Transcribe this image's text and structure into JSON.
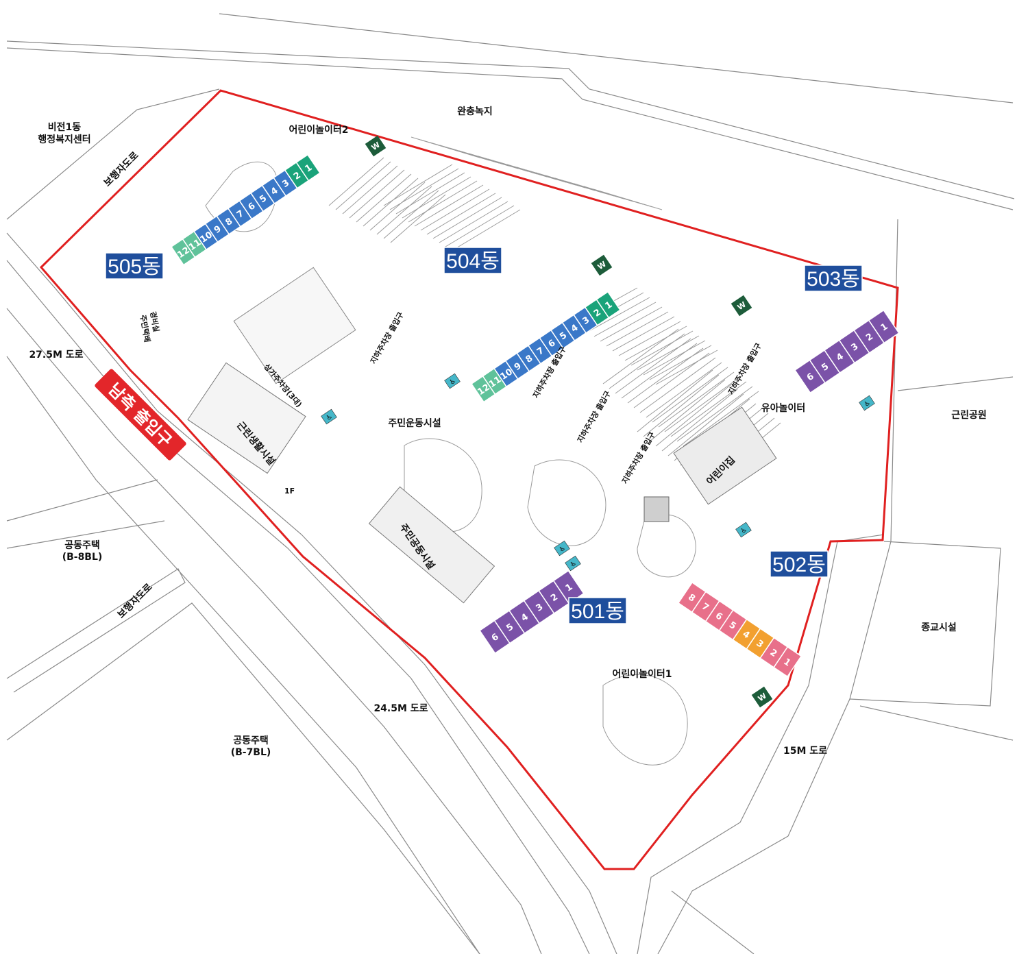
{
  "colors": {
    "boundary": "#e02020",
    "building_tag_bg": "#1f4e9c",
    "entrance_bg": "#e3262a",
    "unit_green": "#1aa37a",
    "unit_green_light": "#5fc29a",
    "unit_blue": "#3a78c8",
    "unit_purple": "#7b52a8",
    "unit_pink": "#e8708a",
    "unit_orange": "#f2a030",
    "w_marker": "#1d5c3a",
    "bike_marker": "#45b7c9"
  },
  "buildings": {
    "b505": "505동",
    "b504": "504동",
    "b503": "503동",
    "b502": "502동",
    "b501": "501동"
  },
  "labels": {
    "buffer_green": "완충녹지",
    "vision1_line1": "비전1동",
    "vision1_line2": "행정복지센터",
    "walkway_top": "보행자도로",
    "walkway_bottom": "보행자도로",
    "road_275": "27.5M 도로",
    "road_245": "24.5M 도로",
    "road_15": "15M 도로",
    "south_entrance": "남측 출입구",
    "neighborhood_park": "근린공원",
    "religious_facility": "종교시설",
    "apt_b8_line1": "공동주택",
    "apt_b8_line2": "(B-8BL)",
    "apt_b7_line1": "공동주택",
    "apt_b7_line2": "(B-7BL)",
    "playground2": "어린이놀이터2",
    "playground1": "어린이놀이터1",
    "toddler_playground": "유아놀이터",
    "daycare": "어린이집",
    "resident_sports": "주민운동시설",
    "resident_common": "주민공동시설",
    "retail": "근린생활시설",
    "retail_parking": "상가주차장(3대)",
    "guard_line1": "경비실",
    "guard_line2": "주민택배",
    "ug_parking_a": "지하주차장 출입구",
    "ug_parking_b": "지하주차장 출입구",
    "ug_parking_c": "지하주차장 출입구",
    "ug_parking_d": "지하주차장 출입구",
    "ug_parking_e": "지하주차장 출입구",
    "floor_1f": "1F"
  },
  "markers": {
    "w": "W",
    "bike": "♿"
  },
  "units": {
    "b505_green": [
      "1",
      "2"
    ],
    "b505_blue": [
      "3",
      "4",
      "5",
      "6",
      "7",
      "8",
      "9",
      "10",
      "11",
      "12"
    ],
    "b504_green": [
      "1",
      "2"
    ],
    "b504_blue": [
      "3",
      "4",
      "5",
      "6",
      "7",
      "8",
      "9",
      "10",
      "11",
      "12"
    ],
    "b503": [
      "1",
      "2",
      "3",
      "4",
      "5",
      "6"
    ],
    "b501": [
      "1",
      "2",
      "3",
      "4",
      "5",
      "6"
    ],
    "b502_pink": [
      "5",
      "6",
      "7",
      "8"
    ],
    "b502_orange": [
      "1",
      "2",
      "3",
      "4"
    ]
  }
}
